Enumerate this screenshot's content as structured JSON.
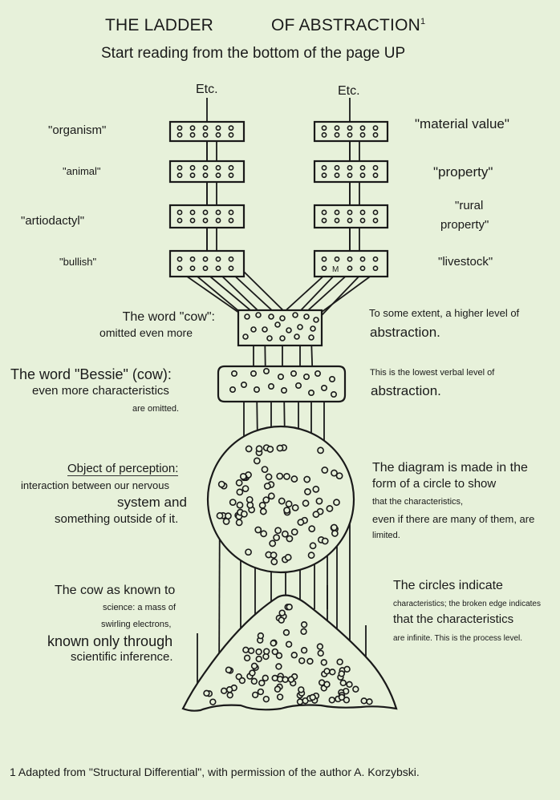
{
  "header": {
    "title_left": "THE LADDER",
    "title_right": "OF ABSTRACTION",
    "footnote_mark": "1",
    "subtitle": "Start reading from the bottom of the page UP"
  },
  "ladders": {
    "left_etc": "Etc.",
    "right_etc": "Etc.",
    "left_labels": [
      "\"organism\"",
      "\"animal\"",
      "\"artiodactyl\"",
      "\"bullish\""
    ],
    "right_labels": [
      "\"material value\"",
      "\"property\"",
      "\"rural",
      "property\"",
      "\"livestock\""
    ],
    "livestock_mark": "M"
  },
  "levels": {
    "cow_word": {
      "line1": "The word \"cow\":",
      "line2": "omitted even more"
    },
    "cow_note": {
      "line1": "To some extent, a higher level of",
      "line2": "abstraction."
    },
    "bessie_word": {
      "line1": "The word \"Bessie\" (cow):",
      "line2": "even more characteristics",
      "line3": "are omitted."
    },
    "bessie_note": {
      "line1": "This is the lowest verbal level of",
      "line2": "abstraction."
    },
    "object": {
      "line1": "Object of perception:",
      "line2": "interaction between our nervous",
      "line3": "system and",
      "line4": "something outside of it."
    },
    "object_note": {
      "line1": "The diagram is made in the",
      "line2": "form of a circle to show",
      "line3": "that the characteristics,",
      "line4": "even if there are many of them, are",
      "line5": "limited."
    },
    "science": {
      "line1": "The cow as known to",
      "line2": "science: a mass of",
      "line3": "swirling electrons,",
      "line4": "known only through",
      "line5": "scientific inference."
    },
    "process_note": {
      "line1": "The circles indicate",
      "line2": "characteristics; the broken edge indicates",
      "line3": "that the characteristics",
      "line4": "are infinite. This is the process level."
    }
  },
  "footer": {
    "footnote": "1 Adapted from \"Structural Differential\", with permission of the author A. Korzybski."
  },
  "colors": {
    "background": "#e7f1da",
    "ink": "#1a1a1a"
  }
}
